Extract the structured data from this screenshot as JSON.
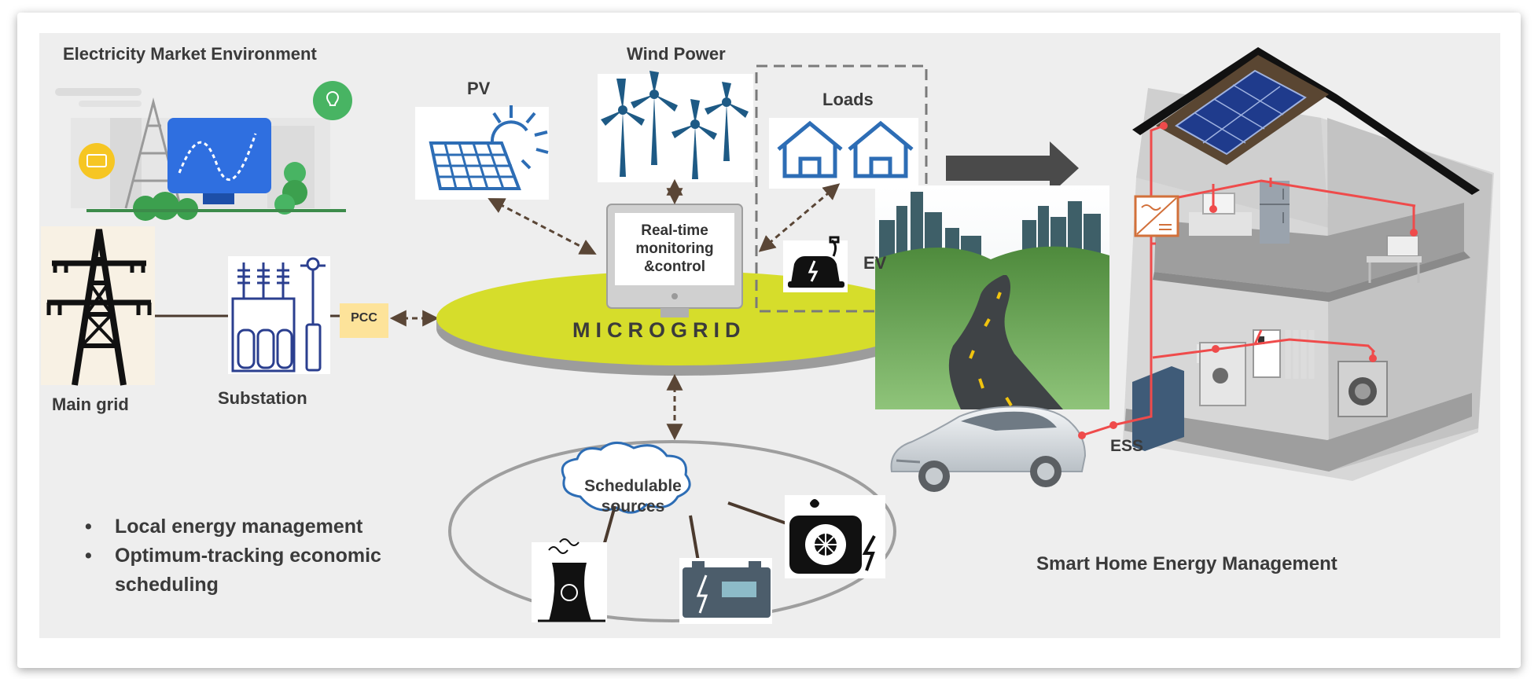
{
  "labels": {
    "market": "Electricity Market Environment",
    "pv": "PV",
    "wind": "Wind Power",
    "loads": "Loads",
    "ev": "EV",
    "monitor": [
      "Real-time",
      "monitoring",
      "&control"
    ],
    "microgrid": "MICROGRID",
    "pcc": "PCC",
    "main_grid": "Main grid",
    "substation": "Substation",
    "schedulable": [
      "Schedulable",
      "sources"
    ],
    "ess": "ESS",
    "smart_home": "Smart Home Energy Management"
  },
  "bullets": [
    "Local energy management",
    "Optimum-tracking economic",
    "scheduling"
  ],
  "colors": {
    "microgrid_disc": "#d6dd2b",
    "icon_blue": "#2d6db5",
    "wind_blue": "#1e5a85",
    "house_wire": "#ef4b4b",
    "pcc_box": "#fde39a",
    "arrow": "#5a4636"
  }
}
